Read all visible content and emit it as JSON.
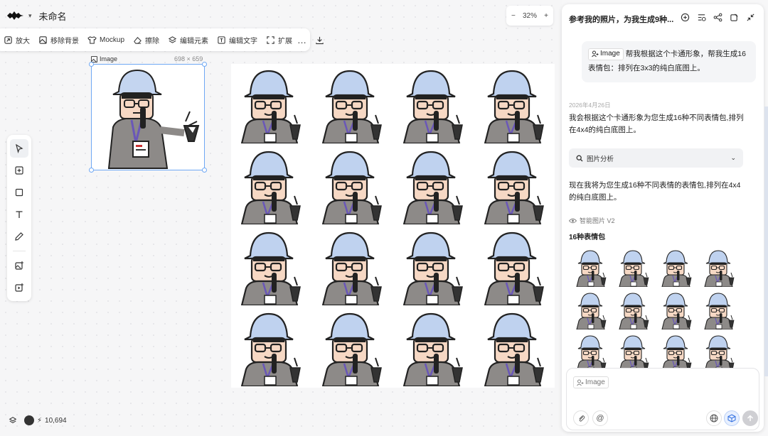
{
  "header": {
    "title": "未命名"
  },
  "toolbar": {
    "items": [
      {
        "label": "放大"
      },
      {
        "label": "移除背景"
      },
      {
        "label": "Mockup"
      },
      {
        "label": "擦除"
      },
      {
        "label": "编辑元素"
      },
      {
        "label": "编辑文字"
      },
      {
        "label": "扩展"
      }
    ],
    "more_icon": "…"
  },
  "zoom": {
    "minus": "−",
    "value": "32%",
    "plus": "+"
  },
  "canvas": {
    "image_label": "Image",
    "image_size": "698 × 659"
  },
  "bottom": {
    "credits": "10,694"
  },
  "chat": {
    "title": "参考我的照片，为我生成9种...",
    "user_chip": "Image",
    "user_message": "帮我根据这个卡通形象，帮我生成16表情包：排列在3x3的纯白底图上。",
    "date": "2026年4月26日",
    "assistant_intro": "我会根据这个卡通形象为您生成16种不同表情包,排列在4x4的纯白底图上。",
    "analysis_label": "图片分析",
    "assistant_followup": "现在我将为您生成16种不同表情的表情包,排列在4x4的纯白底图上。",
    "model_tag": "智能图片 V2",
    "result_title": "16种表情包",
    "input_chip": "Image"
  },
  "colors": {
    "accent": "#6fa8f4",
    "hat": "#bfd2ef",
    "hoodie": "#8d8a88",
    "skin": "#f6d8c4"
  }
}
